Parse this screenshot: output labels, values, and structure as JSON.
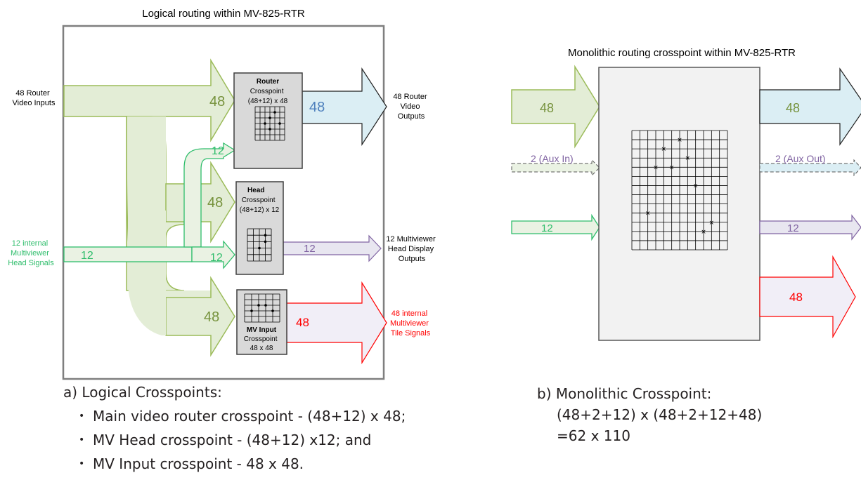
{
  "left": {
    "title": "Logical routing  within MV-825-RTR",
    "inputs": {
      "router_video": [
        "48 Router",
        "Video Inputs"
      ],
      "mv_head": [
        "12 internal",
        "Multiviewer",
        "Head Signals"
      ]
    },
    "flows": {
      "router_in": "48",
      "head_in": "48",
      "mv_in": "48",
      "head_to_router": "12",
      "head_to_head": "12",
      "head_signal_bar": "12",
      "router_out": "48",
      "head_out": "12",
      "mv_out": "48"
    },
    "router_box": {
      "title": "Router",
      "lines": [
        "Crosspoint",
        "(48+12) x 48"
      ]
    },
    "head_box": {
      "title": "Head",
      "lines": [
        "Crosspoint",
        "(48+12) x 12"
      ]
    },
    "mv_box": {
      "title": "MV Input",
      "lines": [
        "Crosspoint",
        "48 x 48"
      ]
    },
    "outputs": {
      "router_video": [
        "48 Router",
        "Video",
        "Outputs"
      ],
      "head_display": [
        "12 Multiviewer",
        "Head Display",
        "Outputs"
      ],
      "tile": [
        "48 internal",
        "Multiviewer",
        "Tile Signals"
      ]
    }
  },
  "right": {
    "title": "Monolithic routing crosspoint within MV-825-RTR",
    "in_video": "48",
    "in_aux": "2 (Aux In)",
    "in_head": "12",
    "out_video": "48",
    "out_aux": "2 (Aux Out)",
    "out_head": "12",
    "out_tile": "48"
  },
  "captions": {
    "a_title": "a) Logical Crosspoints:",
    "a_items": [
      "Main video router crosspoint - (48+12) x 48;",
      "MV Head crosspoint - (48+12) x12; and",
      "MV Input crosspoint - 48 x 48."
    ],
    "b_title": "b) Monolithic Crosspoint:",
    "b_line1": "(48+2+12) x (48+2+12+48)",
    "b_line2": "=62 x 110"
  },
  "colors": {
    "green_fill": "#e3edd6",
    "green_stroke": "#9bbb59",
    "green_text": "#76923c",
    "teal_stroke": "#2ebd6b",
    "blue_fill": "#dbeef4",
    "blue_text": "#4f81bd",
    "purple_fill": "#e8e6f0",
    "purple_text": "#8064a2",
    "red": "#ff0000",
    "box_fill": "#d9d9d9"
  }
}
